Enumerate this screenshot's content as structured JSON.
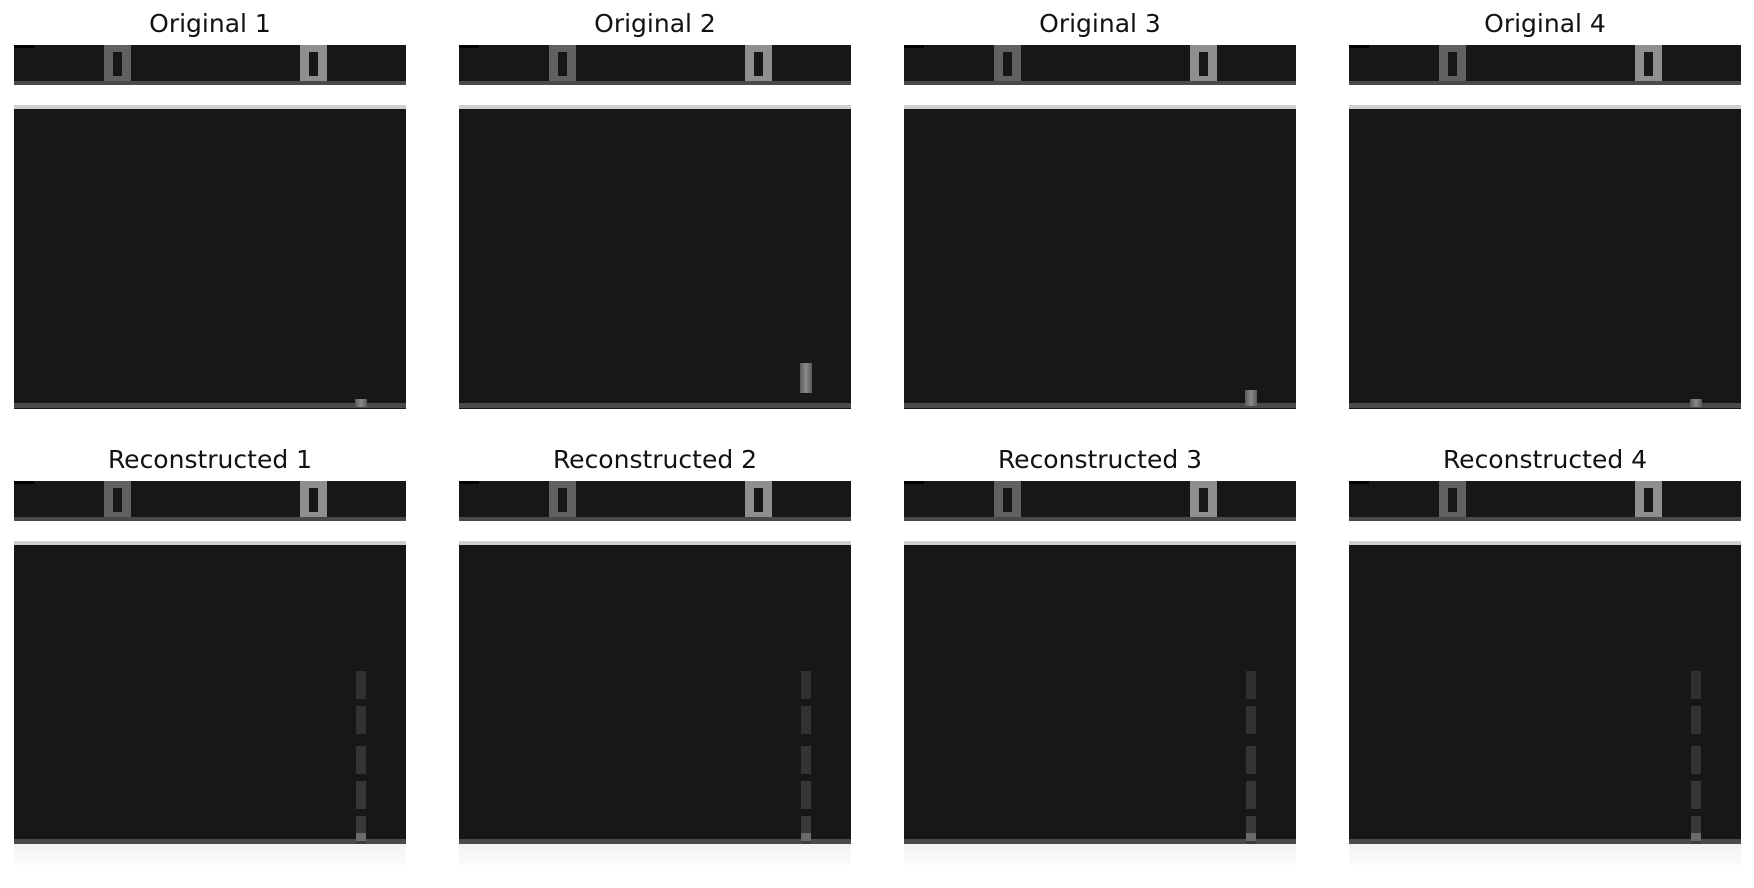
{
  "panels": [
    {
      "title": "Original 1",
      "sprite_visible": true,
      "sprite_variant": "bottom"
    },
    {
      "title": "Original 2",
      "sprite_visible": true,
      "sprite_variant": "raised"
    },
    {
      "title": "Original 3",
      "sprite_visible": true,
      "sprite_variant": "low"
    },
    {
      "title": "Original 4",
      "sprite_visible": true,
      "sprite_variant": "bottom"
    },
    {
      "title": "Reconstructed 1",
      "sprite_visible": false,
      "sprite_variant": "streak"
    },
    {
      "title": "Reconstructed 2",
      "sprite_visible": false,
      "sprite_variant": "streak"
    },
    {
      "title": "Reconstructed 3",
      "sprite_visible": false,
      "sprite_variant": "streak"
    },
    {
      "title": "Reconstructed 4",
      "sprite_visible": false,
      "sprite_variant": "streak"
    }
  ],
  "colors": {
    "background": "#ffffff",
    "screen": "#171717",
    "divider_light": "#cfcfcf",
    "floor": "#4a4a4a",
    "block_dim": "#616161",
    "block_bright": "#8f8f8f",
    "sprite": "#8a8a8a"
  }
}
